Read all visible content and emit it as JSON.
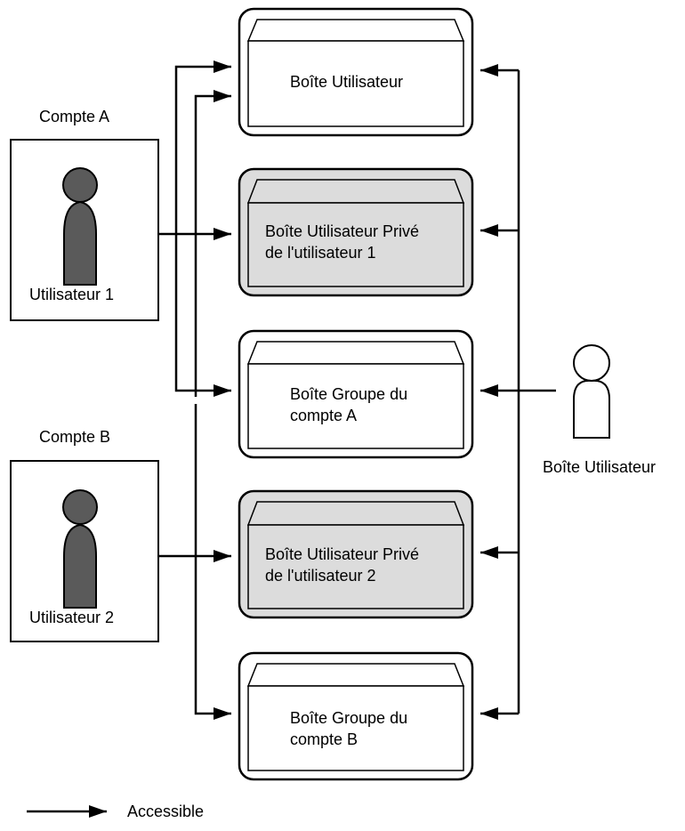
{
  "accounts": [
    {
      "title": "Compte A",
      "user_label": "Utilisateur 1"
    },
    {
      "title": "Compte B",
      "user_label": "Utilisateur 2"
    }
  ],
  "boxes": [
    {
      "line1": "Boîte Utilisateur",
      "line2": "",
      "shaded": false
    },
    {
      "line1": "Boîte Utilisateur Privé",
      "line2": "de l'utilisateur 1",
      "shaded": true
    },
    {
      "line1": "Boîte Groupe du",
      "line2": "compte A",
      "shaded": false
    },
    {
      "line1": "Boîte Utilisateur Privé",
      "line2": "de l'utilisateur 2",
      "shaded": true
    },
    {
      "line1": "Boîte Groupe du",
      "line2": "compte B",
      "shaded": false
    }
  ],
  "right_user_label": "Boîte Utilisateur",
  "legend": {
    "label": "Accessible"
  },
  "colors": {
    "shaded_box": "#dcdcdc",
    "user_icon": "#5a5a5a",
    "line": "#000000"
  }
}
